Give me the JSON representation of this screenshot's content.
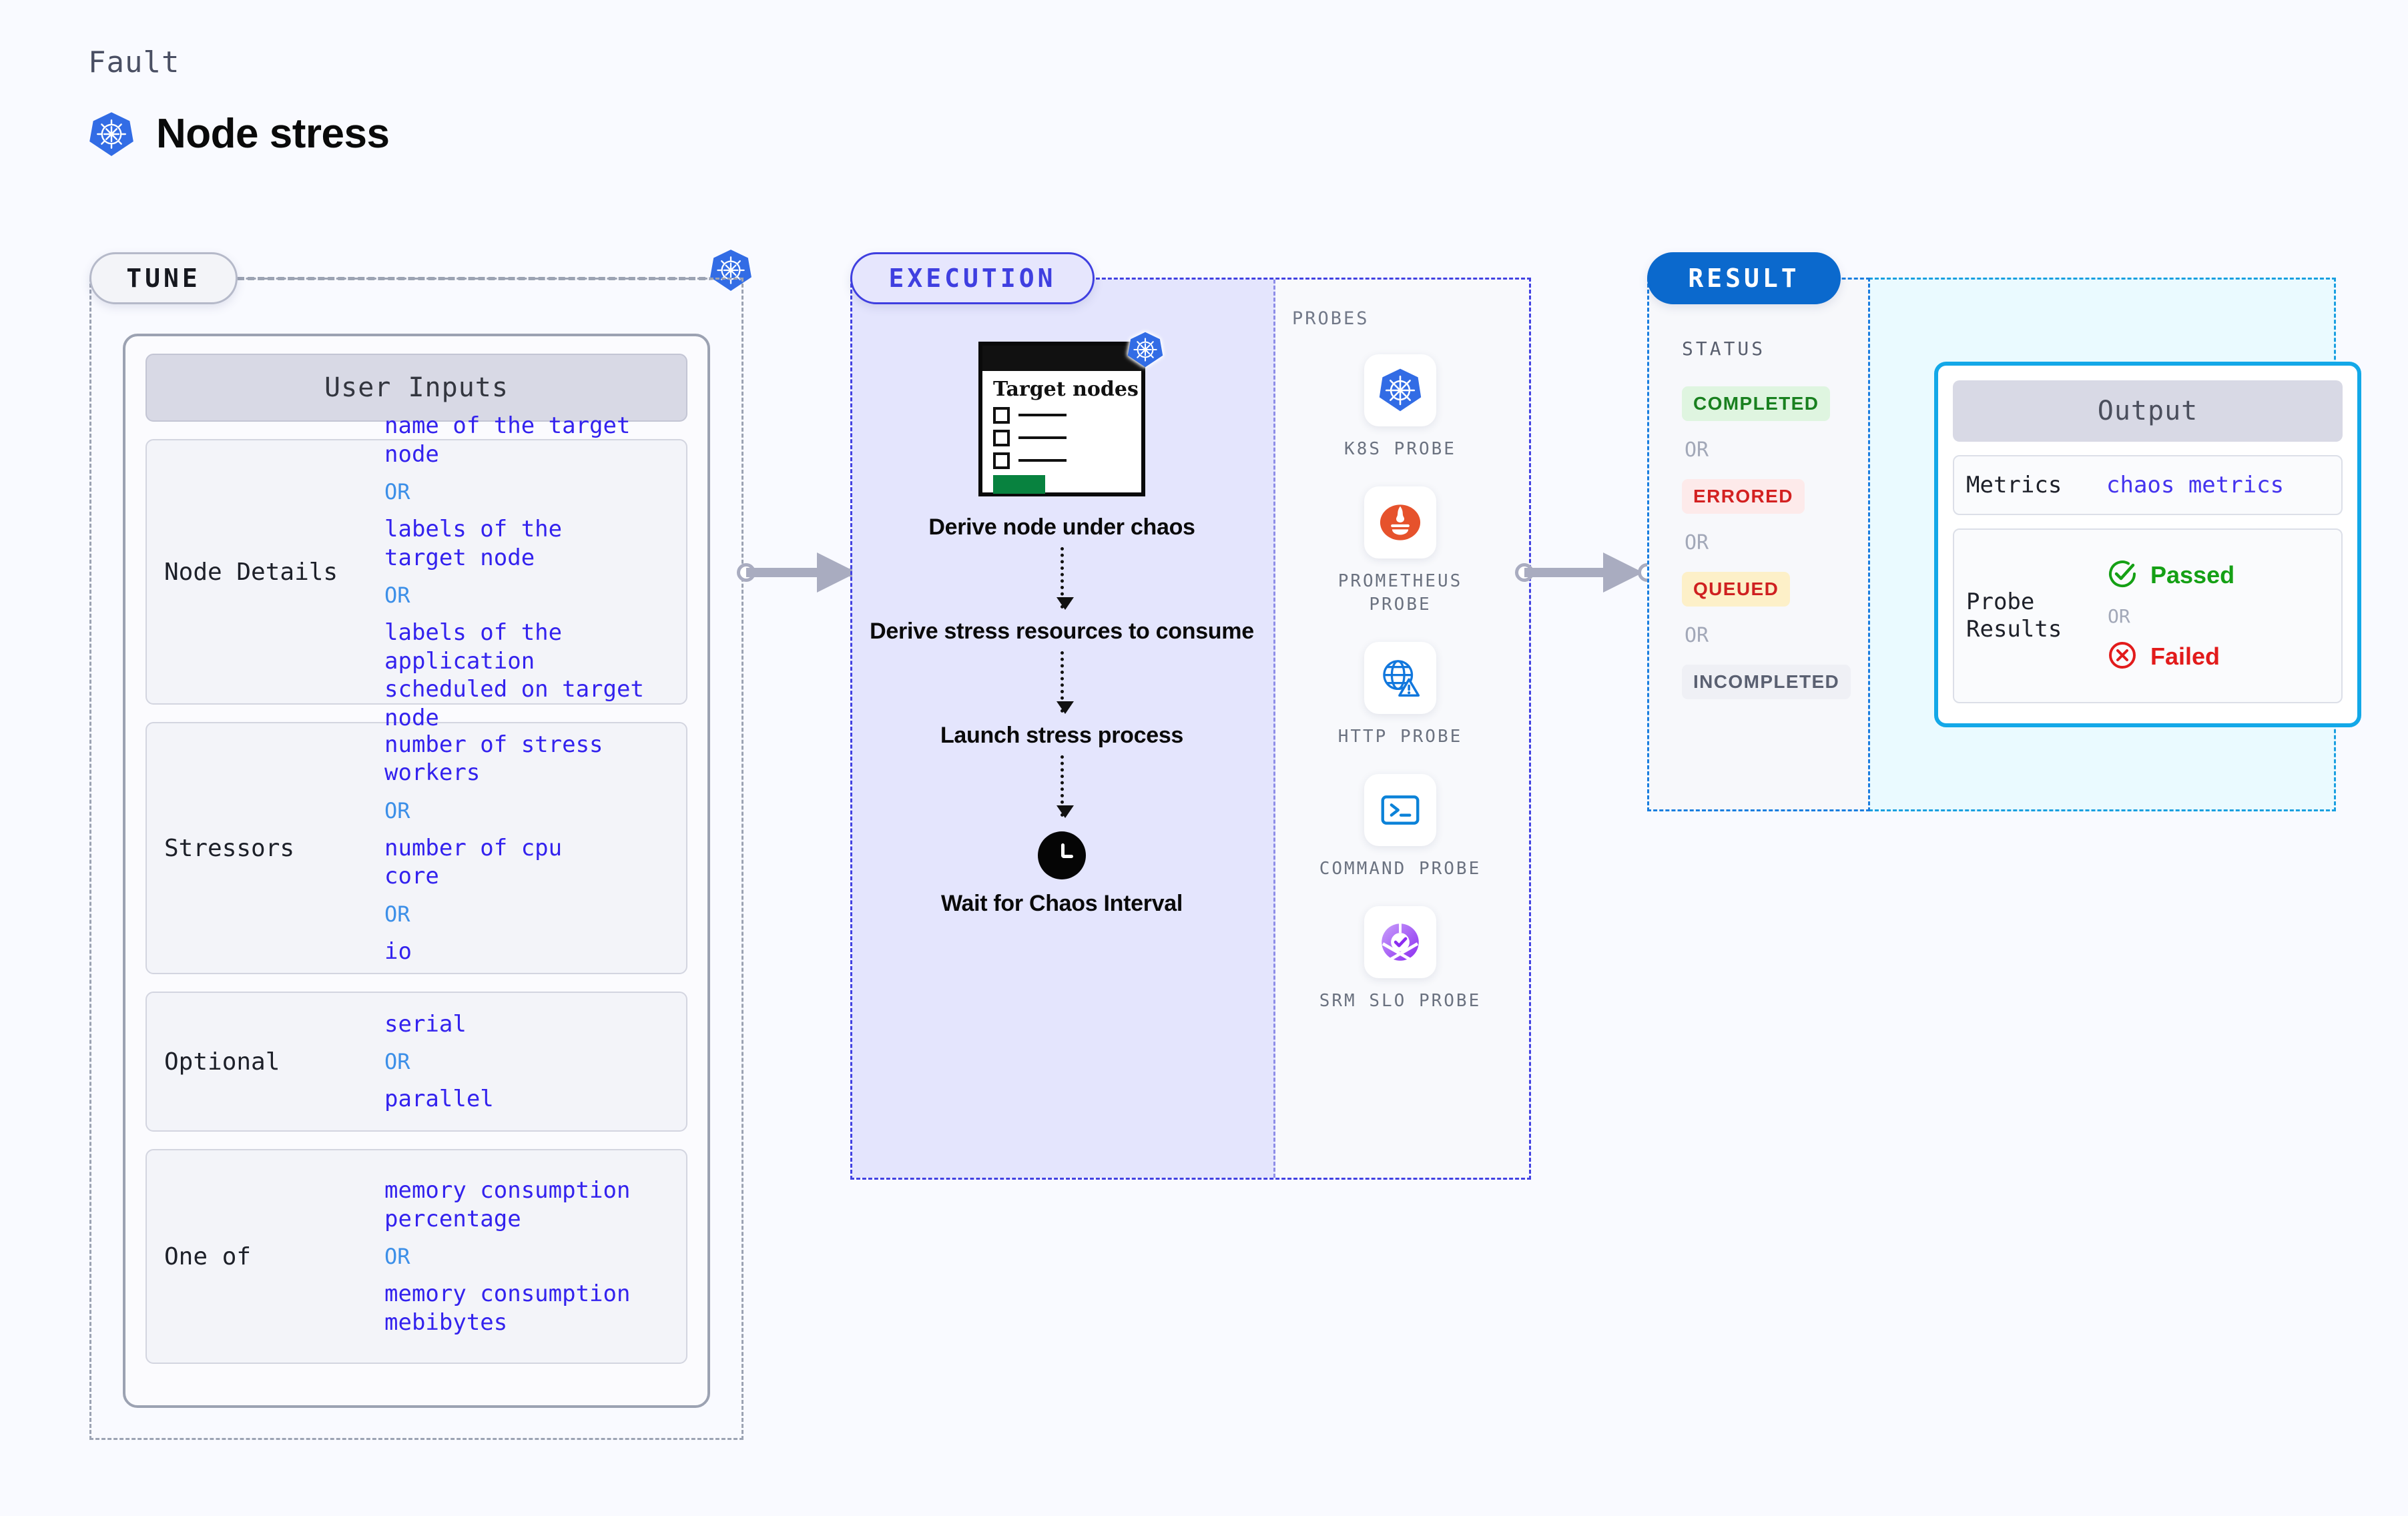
{
  "header": {
    "kicker": "Fault",
    "title": "Node stress",
    "icon": "kubernetes-icon"
  },
  "tune": {
    "stage_label": "TUNE",
    "card_title": "User Inputs",
    "groups": [
      {
        "label": "Node Details",
        "values": [
          "name of the target\nnode",
          "labels of the\ntarget node",
          "labels of the application\n scheduled on target node"
        ],
        "separator": "OR"
      },
      {
        "label": "Stressors",
        "values": [
          "number of stress\nworkers",
          "number of cpu\ncore",
          "io"
        ],
        "separator": "OR"
      },
      {
        "label": "Optional",
        "values": [
          "serial",
          "parallel"
        ],
        "separator": "OR"
      },
      {
        "label": "One of",
        "values": [
          "memory consumption\npercentage",
          "memory consumption\nmebibytes"
        ],
        "separator": "OR"
      }
    ]
  },
  "execution": {
    "stage_label": "EXECUTION",
    "target_card": {
      "title": "Target\nnodes",
      "icon": "kubernetes-icon"
    },
    "steps": [
      "Derive node under chaos",
      "Derive stress resources to consume",
      "Launch stress process",
      "Wait for Chaos Interval"
    ],
    "wait_icon": "clock-icon",
    "probes": {
      "heading": "PROBES",
      "items": [
        {
          "label": "K8S  PROBE",
          "icon": "kubernetes-icon"
        },
        {
          "label": "PROMETHEUS\nPROBE",
          "icon": "prometheus-icon"
        },
        {
          "label": "HTTP  PROBE",
          "icon": "globe-warning-icon"
        },
        {
          "label": "COMMAND\nPROBE",
          "icon": "terminal-icon"
        },
        {
          "label": "SRM SLO\nPROBE",
          "icon": "slo-donut-icon"
        }
      ]
    }
  },
  "result": {
    "stage_label": "RESULT",
    "status_title": "STATUS",
    "separator": "OR",
    "statuses": [
      {
        "label": "COMPLETED",
        "bg": "#dff5e0",
        "fg": "#19801f"
      },
      {
        "label": "ERRORED",
        "bg": "#fdeaea",
        "fg": "#d32121"
      },
      {
        "label": "QUEUED",
        "bg": "#fdf0c8",
        "fg": "#cf2020"
      },
      {
        "label": "INCOMPLETED",
        "bg": "#eff0f5",
        "fg": "#5a6071"
      }
    ],
    "output": {
      "title": "Output",
      "rows": [
        {
          "label": "Metrics",
          "value": "chaos metrics"
        },
        {
          "label": "Probe\nResults",
          "pass": "Passed",
          "fail": "Failed",
          "separator": "OR"
        }
      ]
    }
  },
  "colors": {
    "background": "#f9faff",
    "tune_border": "#9ca3b3",
    "exec_border": "#4242e2",
    "exec_fill": "#e4e5fd",
    "result_border": "#1a7ee0",
    "output_border": "#13a8e8",
    "output_fill": "#eafaff",
    "value_text": "#3322ee",
    "or_text": "#3c8fe8",
    "k8s_blue": "#326ce5",
    "pass_green": "#15a015",
    "fail_red": "#e21b1b"
  }
}
